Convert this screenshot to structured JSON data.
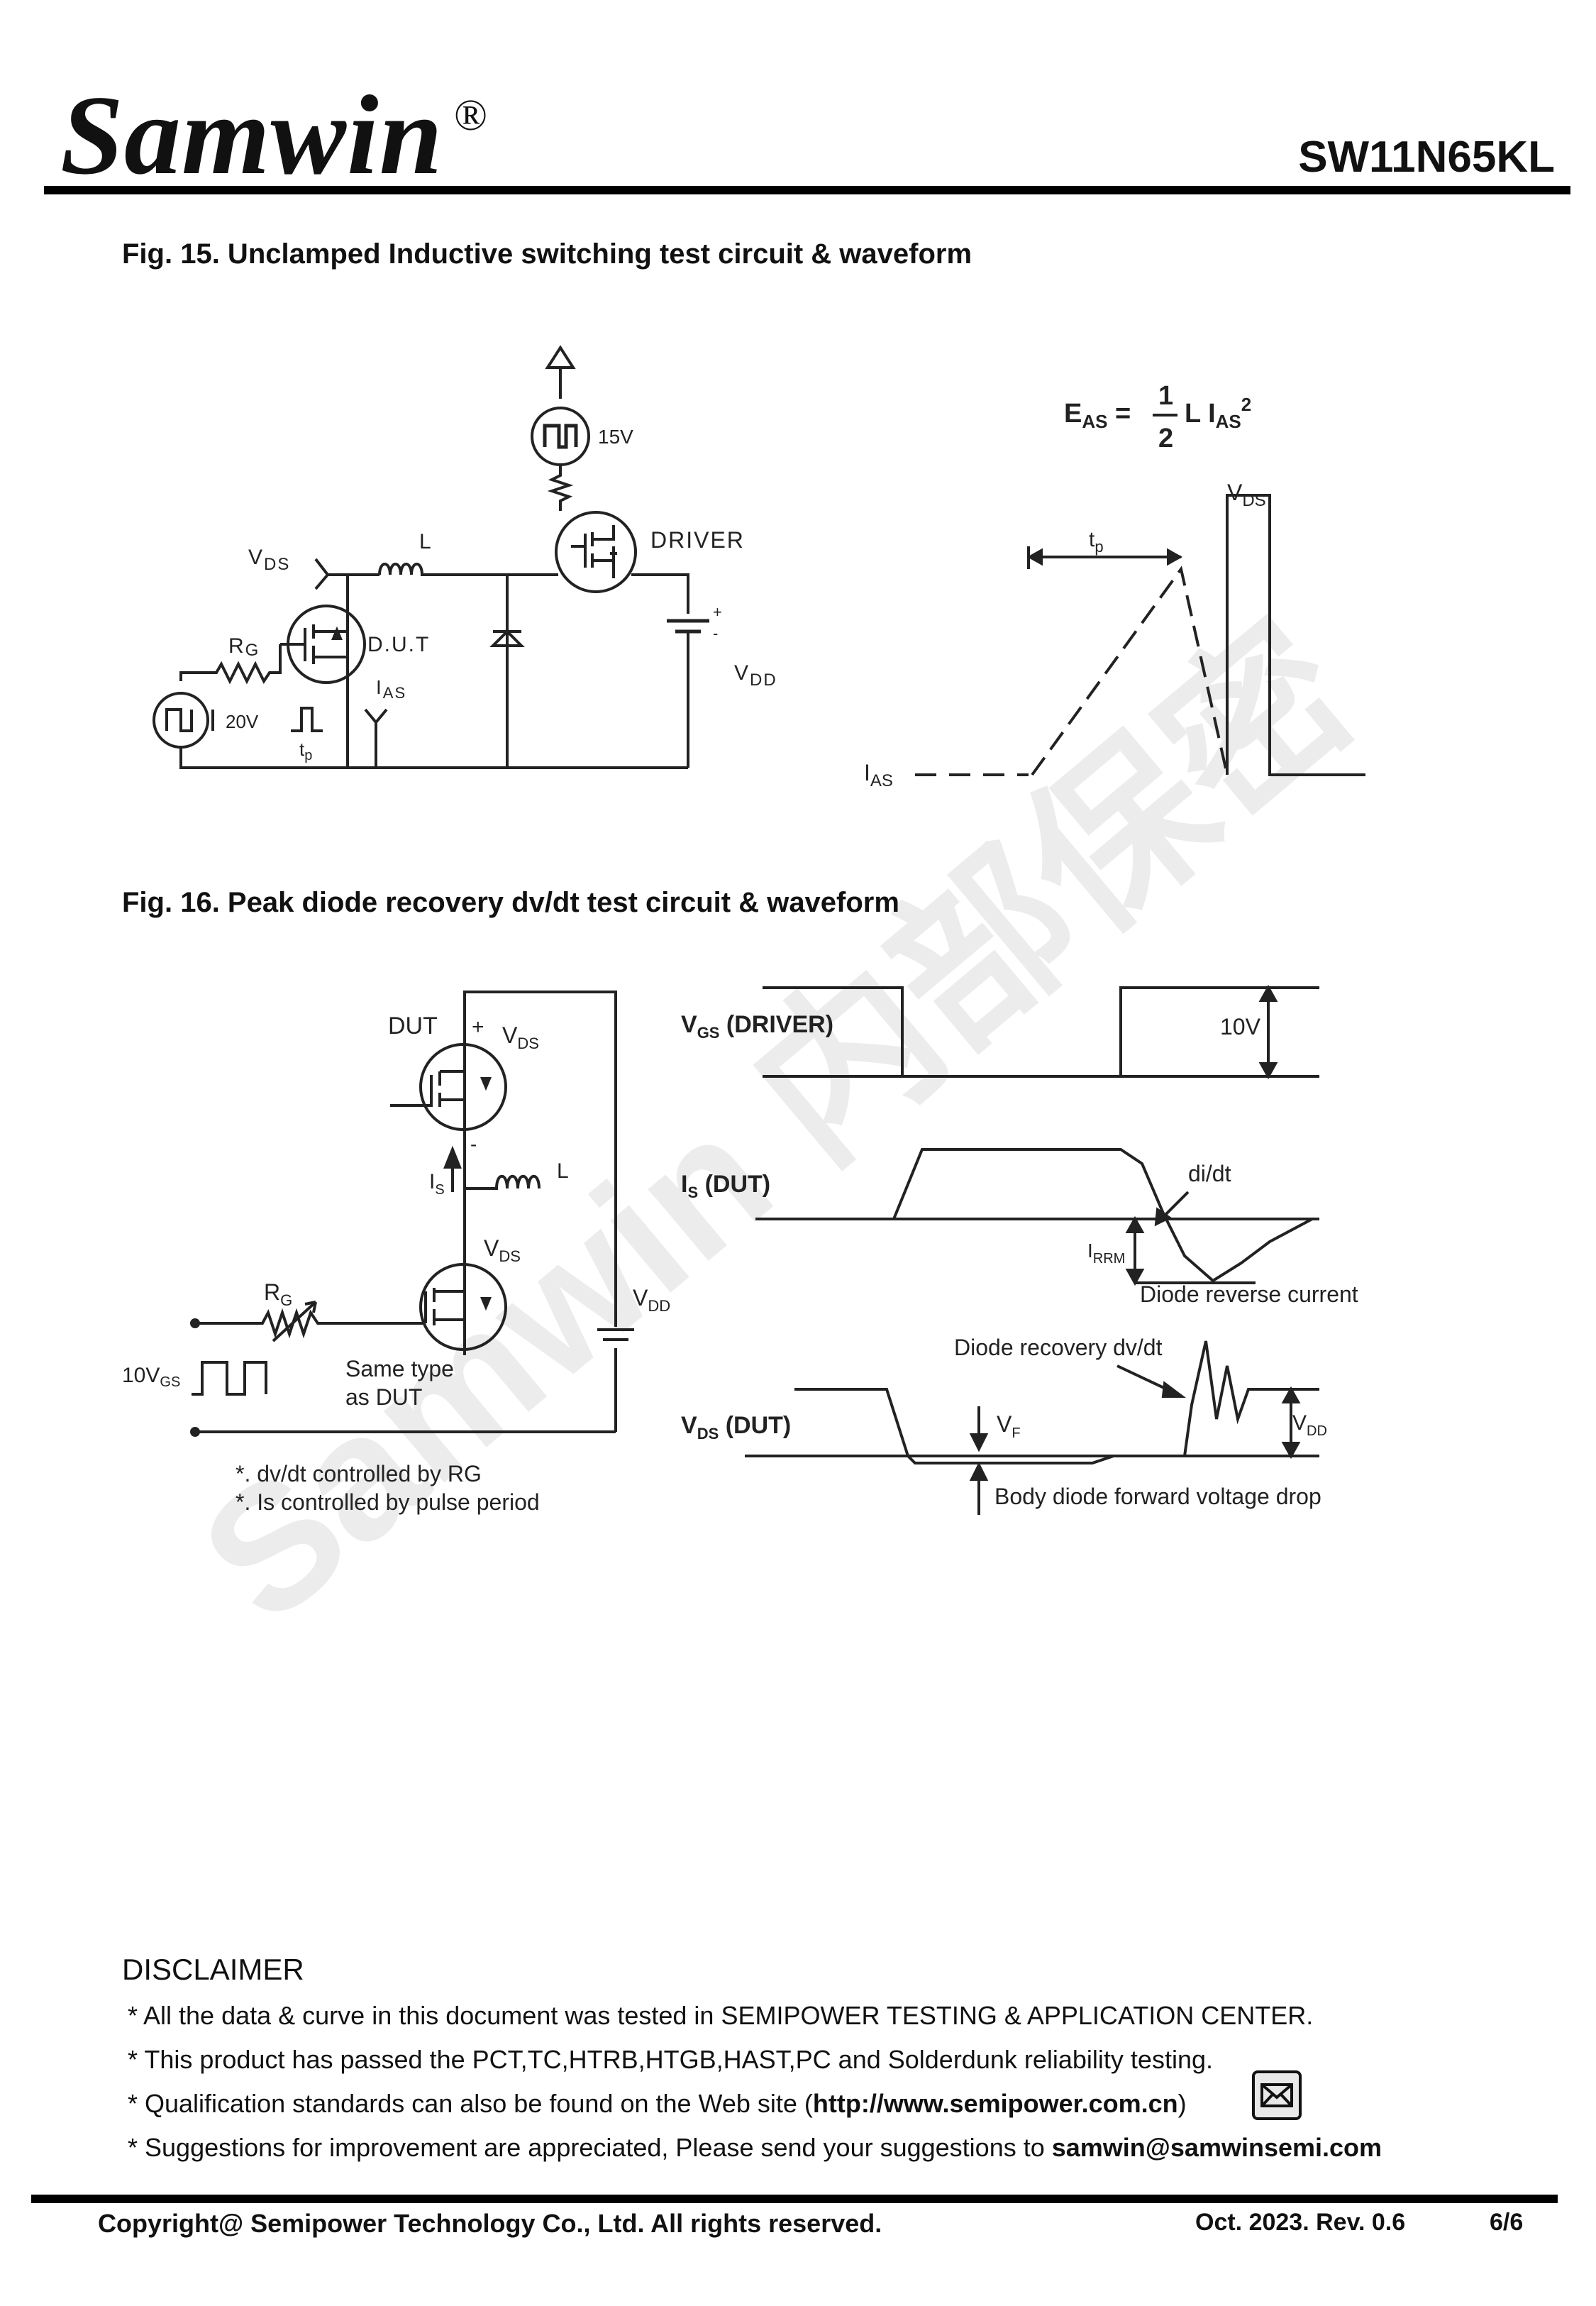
{
  "header": {
    "brand": "Samwin",
    "registered_mark": "®",
    "part_number": "SW11N65KL"
  },
  "fig15": {
    "title": "Fig. 15. Unclamped Inductive switching test circuit & waveform",
    "circuit": {
      "v15": "15V",
      "driver": "DRIVER",
      "vds": "V",
      "vds_sub": "DS",
      "l": "L",
      "dut": "D.U.T",
      "rg": "R",
      "rg_sub": "G",
      "ias": "I",
      "ias_sub": "AS",
      "v20": "20V",
      "tp": "t",
      "tp_sub": "p",
      "vdd": "V",
      "vdd_sub": "DD"
    },
    "waveform": {
      "eas_lhs": "E",
      "eas_sub": "AS",
      "eas_eq": " = ",
      "frac_num": "1",
      "frac_den": "2",
      "eas_rhs": "L I",
      "eas_rhs_sub": "AS",
      "eas_sup": "2",
      "vds": "V",
      "vds_sub": "DS",
      "tp": "t",
      "tp_sub": "p",
      "ias": "I",
      "ias_sub": "AS"
    }
  },
  "fig16": {
    "title": "Fig. 16. Peak diode recovery dv/dt test circuit & waveform",
    "circuit": {
      "dut": "DUT",
      "plus": "+",
      "minus": "-",
      "vds": "V",
      "vds_sub": "DS",
      "is": "I",
      "is_sub": "S",
      "l": "L",
      "vdd": "V",
      "vdd_sub": "DD",
      "rg": "R",
      "rg_sub": "G",
      "v10": "10V",
      "v10_sub": "GS",
      "same_type_1": "Same type",
      "same_type_2": "as DUT",
      "note1": "*. dv/dt controlled by RG",
      "note2": "*. Is controlled by pulse period"
    },
    "waveform": {
      "vgs": "V",
      "vgs_sub": "GS",
      "vgs_tail": " (DRIVER)",
      "v10": "10V",
      "is": "I",
      "is_sub": "S",
      "is_tail": " (DUT)",
      "didt": "di/dt",
      "irrm": "I",
      "irrm_sub": "RRM",
      "diode_rev": "Diode reverse current",
      "diode_rec": "Diode recovery dv/dt",
      "vds": "V",
      "vds_sub": "DS",
      "vds_tail": " (DUT)",
      "vf": "V",
      "vf_sub": "F",
      "vdd": "V",
      "vdd_sub": "DD",
      "body_drop": "Body diode forward voltage drop"
    }
  },
  "disclaimer": {
    "title": "DISCLAIMER",
    "line1": "* All the data & curve in this document was tested in SEMIPOWER TESTING & APPLICATION CENTER.",
    "line2": "* This product has passed the PCT,TC,HTRB,HTGB,HAST,PC and Solderdunk reliability testing.",
    "line3_pre": "* Qualification standards can also be found on the Web site (",
    "line3_url": "http://www.semipower.com.cn",
    "line3_post": ")",
    "line4_pre": "* Suggestions for improvement are appreciated, Please send your suggestions to ",
    "line4_email": "samwin@samwinsemi.com",
    "mail_icon": "mail-icon"
  },
  "footer": {
    "copyright": "Copyright@ Semipower Technology Co., Ltd. All rights reserved.",
    "date_rev": "Oct. 2023. Rev. 0.6",
    "page": "6/6"
  },
  "watermark": {
    "text": "Samwin 内部保密"
  }
}
